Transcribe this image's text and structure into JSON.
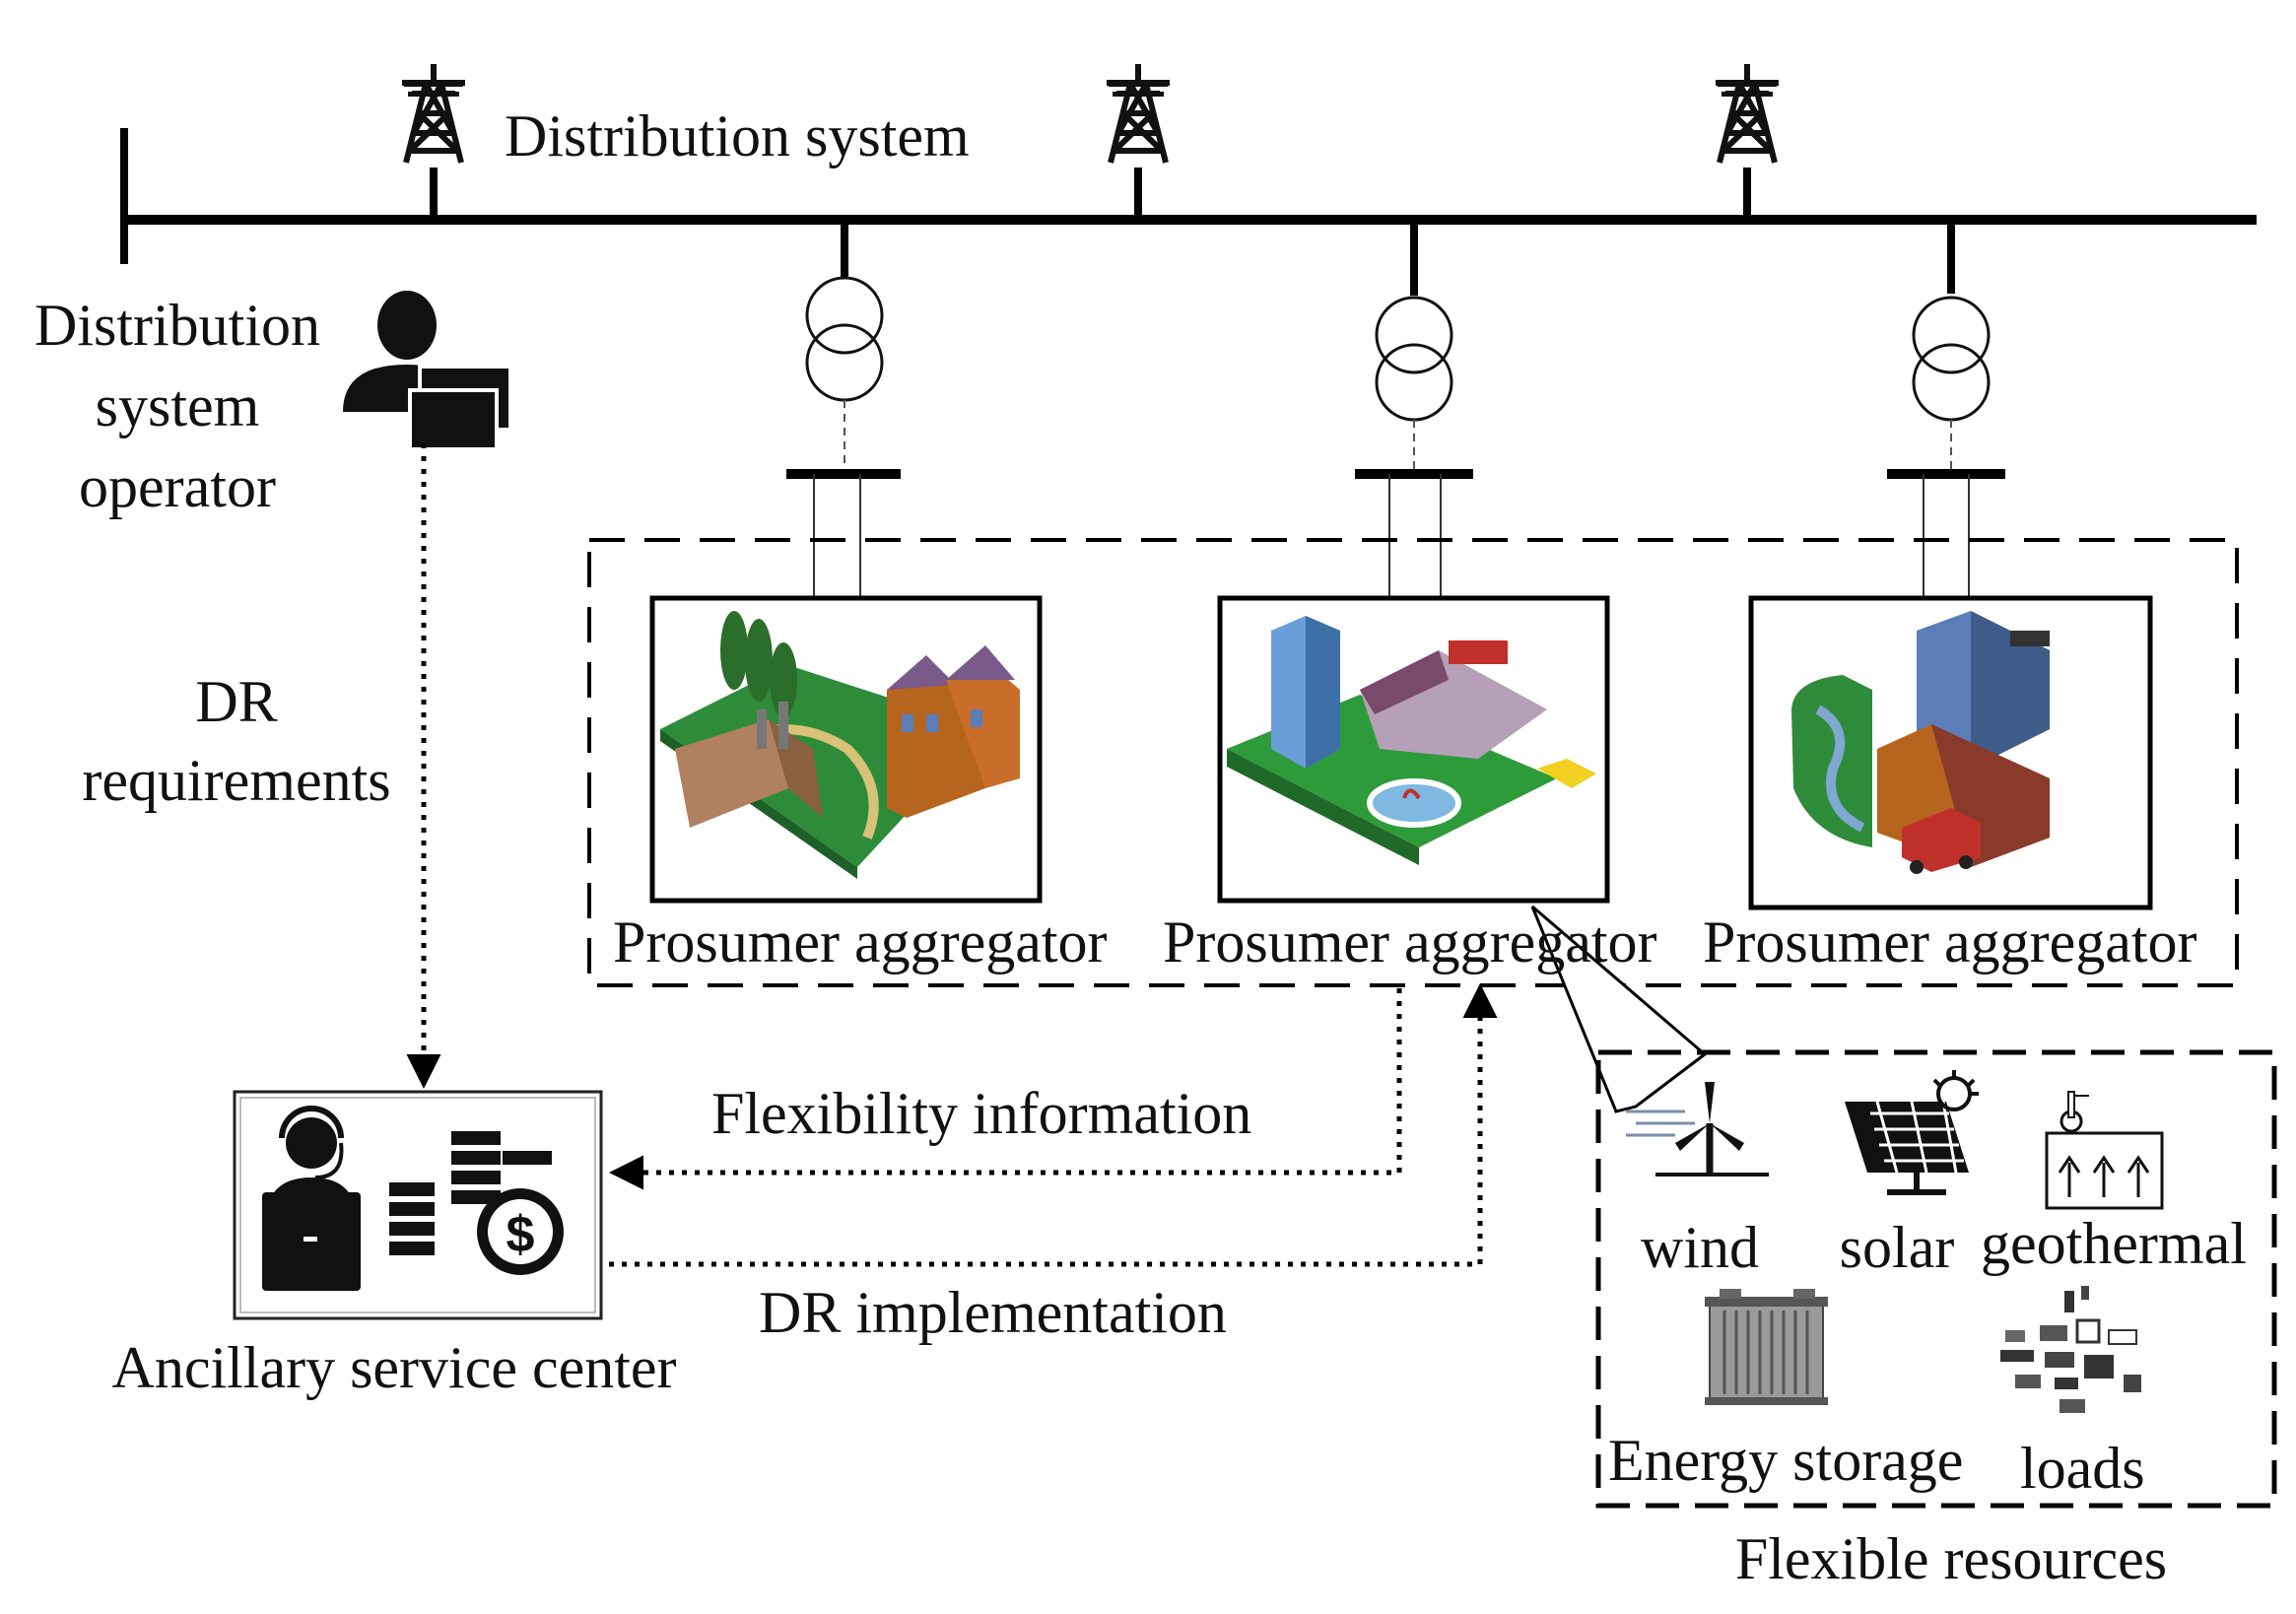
{
  "labels": {
    "distribution_system": "Distribution system",
    "dso": [
      "Distribution",
      "system",
      "operator"
    ],
    "dr_requirements": [
      "DR",
      "requirements"
    ],
    "prosumer_aggregator": "Prosumer aggregator",
    "flexibility_information": "Flexibility information",
    "dr_implementation": "DR implementation",
    "ancillary_service_center": "Ancillary service center",
    "flexible_resources": "Flexible resources"
  },
  "resources": {
    "wind": "wind",
    "solar": "solar",
    "geothermal": "geothermal",
    "energy_storage": "Energy storage",
    "loads": "loads"
  },
  "colors": {
    "line": "#000000",
    "grass": "#2e8b3a",
    "brick": "#b5651d",
    "building_blue": "#5b7db8",
    "roof_purple": "#7a5a8a",
    "water": "#6a8fb5"
  }
}
